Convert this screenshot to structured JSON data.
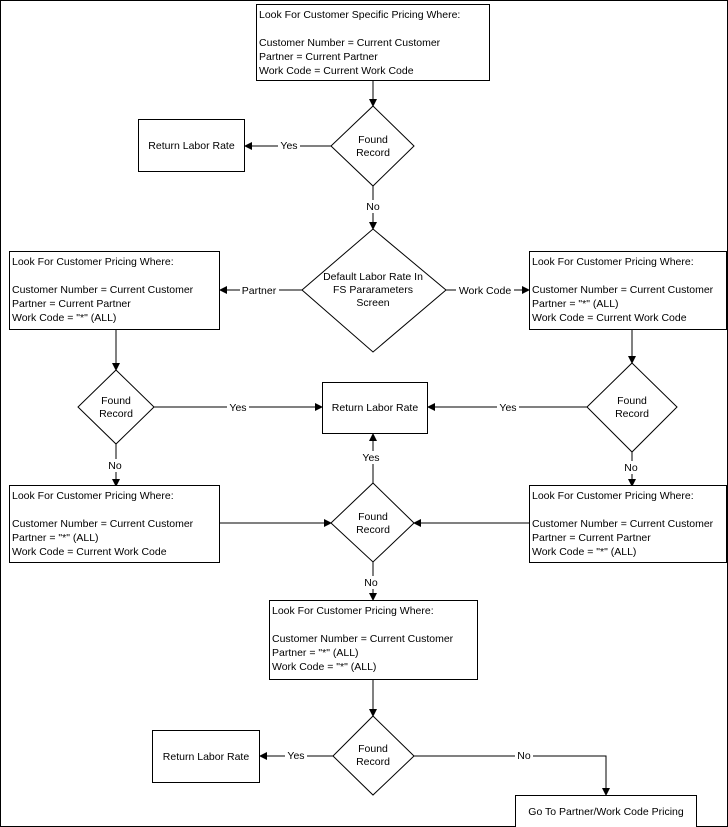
{
  "boxes": {
    "top": [
      "Look For Customer Specific Pricing Where:",
      "",
      "Customer Number = Current Customer",
      "Partner = Current Partner",
      "Work Code = Current Work Code"
    ],
    "left_mid": [
      "Look For Customer Pricing Where:",
      "",
      "Customer Number = Current Customer",
      "Partner = Current Partner",
      "Work Code = \"*\" (ALL)"
    ],
    "right_mid": [
      "Look For Customer  Pricing Where:",
      "",
      "Customer Number = Current Customer",
      "Partner = \"*\" (ALL)",
      "Work Code = Current Work Code"
    ],
    "left_low": [
      "Look For Customer  Pricing Where:",
      "",
      "Customer Number = Current Customer",
      "Partner = \"*\" (ALL)",
      "Work Code = Current Work Code"
    ],
    "right_low": [
      "Look For Customer Pricing Where:",
      "",
      "Customer Number = Current Customer",
      "Partner = Current Partner",
      "Work Code = \"*\" (ALL)"
    ],
    "bottom": [
      "Look For Customer Pricing Where:",
      "",
      "Customer Number = Current Customer",
      "Partner = \"*\" (ALL)",
      "Work Code = \"*\" (ALL)"
    ]
  },
  "return_labor_rate": "Return Labor Rate",
  "go_to_partner": "Go To Partner/Work Code Pricing",
  "found_record": [
    "Found",
    "Record"
  ],
  "default_labor_rate": [
    "Default Labor Rate In",
    "FS Pararameters",
    "Screen"
  ],
  "labels": {
    "yes": "Yes",
    "no": "No",
    "partner": "Partner",
    "work_code": "Work Code"
  }
}
